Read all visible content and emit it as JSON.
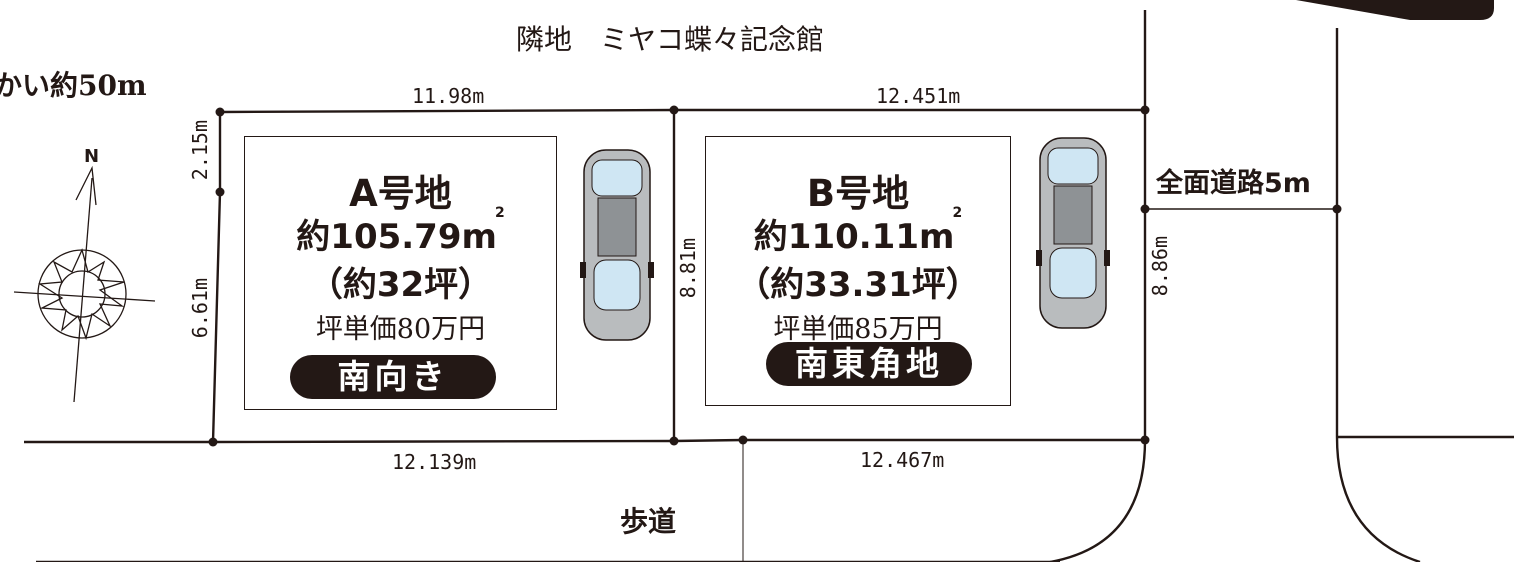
{
  "neighbor_label": "隣地　ミヤコ蝶々記念館",
  "distance_label": "かい約50m",
  "compass_label": "N",
  "road_label": "全面道路5m",
  "sidewalk_label": "歩道",
  "dimensions": {
    "a_top": "11.98m",
    "b_top": "12.451m",
    "a_bottom": "12.139m",
    "b_bottom": "12.467m",
    "a_left_upper": "2.15m",
    "a_left_lower": "6.61m",
    "middle": "8.81m",
    "b_right": "8.86m"
  },
  "lots": [
    {
      "name": "A号地",
      "area": "約105.79m",
      "area_unit_sup": "2",
      "tsubo": "（約32坪）",
      "price": "坪単価80万円",
      "badge": "南向き"
    },
    {
      "name": "B号地",
      "area": "約110.11m",
      "area_unit_sup": "2",
      "tsubo": "（約33.31坪）",
      "price": "坪単価85万円",
      "badge": "南東角地"
    }
  ],
  "colors": {
    "ink": "#231815",
    "badge_bg": "#231815",
    "badge_text": "#ffffff"
  },
  "icons": [
    "compass-rose-icon",
    "car-icon"
  ]
}
